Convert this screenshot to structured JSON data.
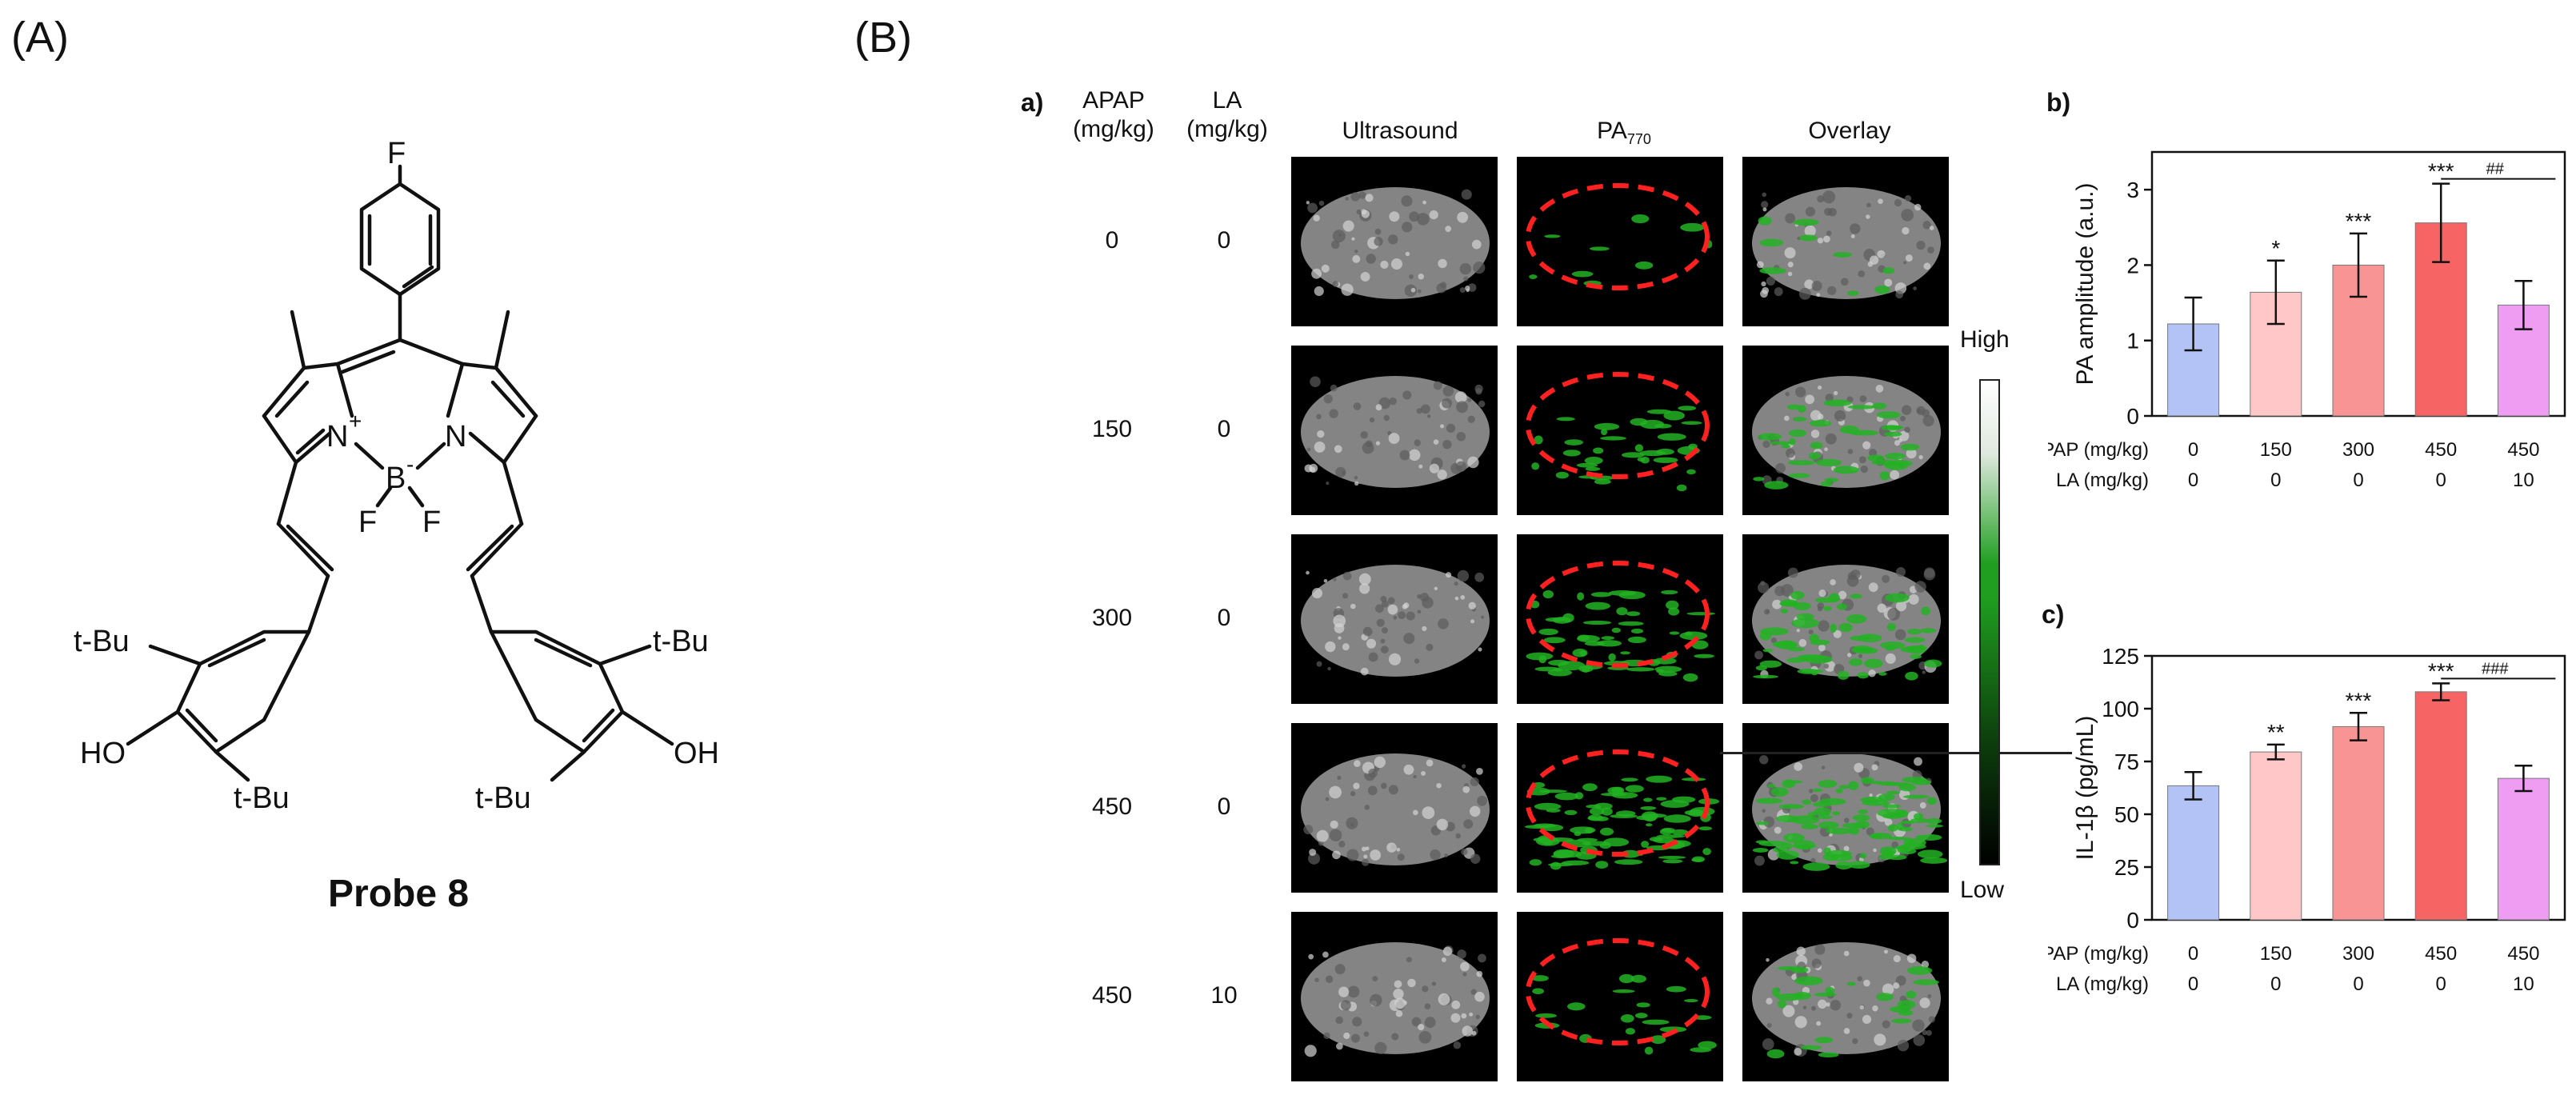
{
  "panel_A": {
    "label": "(A)",
    "caption": "Probe 8",
    "atoms": {
      "fluorine_top": "F",
      "n_left": "N",
      "n_left_charge": "+",
      "boron": "B",
      "boron_charge": "-",
      "n_right": "N",
      "f_left": "F",
      "f_right": "F",
      "tbu": "t-Bu",
      "oh_left": "HO",
      "oh_right": "OH"
    }
  },
  "panel_B": {
    "label": "(B)",
    "sub_a": "a)",
    "sub_b": "b)",
    "sub_c": "c)",
    "col_headers": {
      "apap": [
        "APAP",
        "(mg/kg)"
      ],
      "la": [
        "LA",
        "(mg/kg)"
      ],
      "ultrasound": "Ultrasound",
      "pa": "PA",
      "pa_sub": "770",
      "overlay": "Overlay"
    },
    "rows": [
      {
        "apap": "0",
        "la": "0",
        "pa_signal": 0.05
      },
      {
        "apap": "150",
        "la": "0",
        "pa_signal": 0.35
      },
      {
        "apap": "300",
        "la": "0",
        "pa_signal": 0.6
      },
      {
        "apap": "450",
        "la": "0",
        "pa_signal": 0.95
      },
      {
        "apap": "450",
        "la": "10",
        "pa_signal": 0.2
      }
    ],
    "colorbar": {
      "high": "High",
      "low": "Low",
      "colors": [
        "#000000",
        "#1f9e1f",
        "#ffffff"
      ]
    }
  },
  "chart_data": [
    {
      "type": "bar",
      "panel": "b)",
      "ylabel": "PA amplitude (a.u.)",
      "ylim": [
        0,
        3.5
      ],
      "yticks": [
        "0",
        "1",
        "2",
        "3"
      ],
      "categories": [
        "0/0",
        "150/0",
        "300/0",
        "450/0",
        "450/10"
      ],
      "row_labels": [
        {
          "label": "APAP (mg/kg)",
          "values": [
            "0",
            "150",
            "300",
            "450",
            "450"
          ]
        },
        {
          "label": "LA (mg/kg)",
          "values": [
            "0",
            "0",
            "0",
            "0",
            "10"
          ]
        }
      ],
      "values": [
        1.22,
        1.64,
        2.0,
        2.56,
        1.47
      ],
      "errors": [
        0.35,
        0.42,
        0.42,
        0.52,
        0.32
      ],
      "significance": [
        "",
        "*",
        "***",
        "***",
        ""
      ],
      "bracket_label": "##",
      "colors": [
        "#b3c3f5",
        "#ffc7c7",
        "#f99494",
        "#f76464",
        "#ef9df3"
      ],
      "grid": false
    },
    {
      "type": "bar",
      "panel": "c)",
      "ylabel": "IL-1β (pg/mL)",
      "ylim": [
        0,
        125
      ],
      "yticks": [
        "0",
        "25",
        "50",
        "75",
        "100",
        "125"
      ],
      "categories": [
        "0/0",
        "150/0",
        "300/0",
        "450/0",
        "450/10"
      ],
      "row_labels": [
        {
          "label": "APAP (mg/kg)",
          "values": [
            "0",
            "150",
            "300",
            "450",
            "450"
          ]
        },
        {
          "label": "LA (mg/kg)",
          "values": [
            "0",
            "0",
            "0",
            "0",
            "10"
          ]
        }
      ],
      "values": [
        63.5,
        79.5,
        91.5,
        108,
        67
      ],
      "errors": [
        6.5,
        3.5,
        6.5,
        4.0,
        6.0
      ],
      "significance": [
        "",
        "**",
        "***",
        "***",
        ""
      ],
      "bracket_label": "###",
      "colors": [
        "#b3c3f5",
        "#ffc7c7",
        "#f99494",
        "#f76464",
        "#ef9df3"
      ],
      "grid": false
    }
  ]
}
